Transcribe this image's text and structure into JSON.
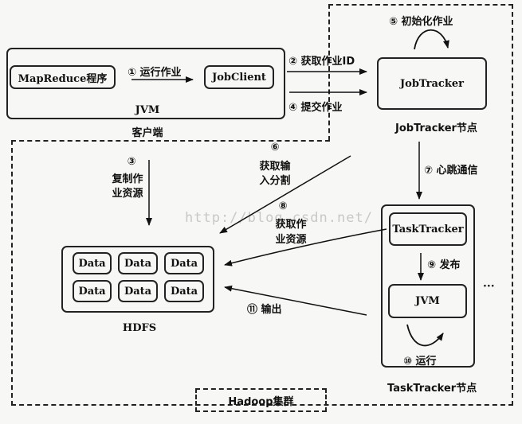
{
  "client": {
    "program_label": "MapReduce程序",
    "jobclient_label": "JobClient",
    "jvm_label": "JVM",
    "region_label": "客户端"
  },
  "jobtracker": {
    "label": "JobTracker",
    "node_label": "JobTracker节点"
  },
  "tasktracker": {
    "label": "TaskTracker",
    "jvm_label": "JVM",
    "node_label": "TaskTracker节点"
  },
  "hdfs": {
    "label": "HDFS",
    "blocks": [
      "Data",
      "Data",
      "Data",
      "Data",
      "Data",
      "Data"
    ]
  },
  "cluster": {
    "label": "Hadoop集群"
  },
  "steps": {
    "s1": "① 运行作业",
    "s2": "② 获取作业ID",
    "s3_num": "③",
    "s3_line1": "复制作",
    "s3_line2": "业资源",
    "s4": "④ 提交作业",
    "s5": "⑤ 初始化作业",
    "s6_num": "⑥",
    "s6_line1": "获取输",
    "s6_line2": "入分割",
    "s7": "⑦ 心跳通信",
    "s8_num": "⑧",
    "s8_line1": "获取作",
    "s8_line2": "业资源",
    "s9": "⑨ 发布",
    "s10": "⑩ 运行",
    "s11": "⑪ 输出"
  },
  "watermark": "http://blog.csdn.net/"
}
